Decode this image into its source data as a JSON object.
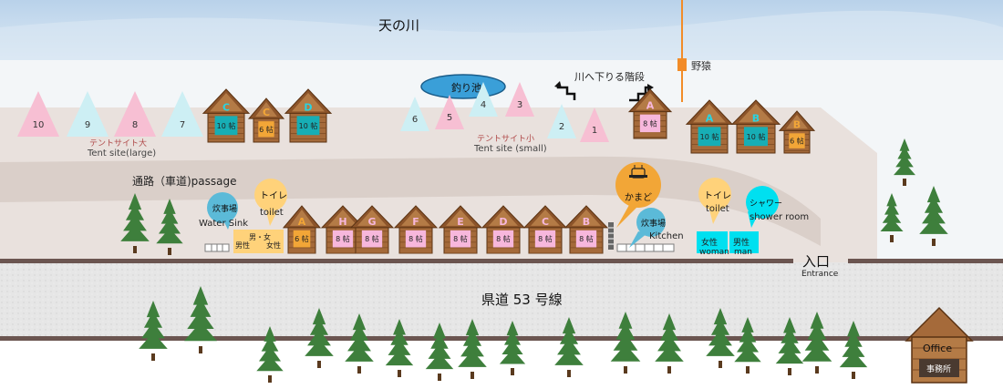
{
  "river": "天の川",
  "kinoko": "野猿",
  "stairs": "川へ下りる階段",
  "fishing_pond": "釣り池",
  "tent_large": {
    "jp": "テントサイト大",
    "en": "Tent site(large)"
  },
  "tent_small": {
    "jp": "テントサイト小",
    "en": "Tent site (small)"
  },
  "passage": "通路（車道)passage",
  "road": "県道 53 号線",
  "entrance": {
    "jp": "入口",
    "en": "Entrance"
  },
  "office": {
    "en": "Office",
    "jp": "事務所"
  },
  "tents_large": [
    "10",
    "9",
    "8",
    "7"
  ],
  "tents_small": [
    "6",
    "5",
    "4",
    "3",
    "2",
    "1"
  ],
  "cabins_top": [
    {
      "letter": "C",
      "size": "10 帖"
    },
    {
      "letter": "C",
      "size": "6 帖"
    },
    {
      "letter": "D",
      "size": "10 帖"
    },
    {
      "letter": "A",
      "size": "8 帖"
    },
    {
      "letter": "A",
      "size": "10 帖"
    },
    {
      "letter": "B",
      "size": "10 帖"
    },
    {
      "letter": "B",
      "size": "6 帖"
    }
  ],
  "cabins_bottom": [
    {
      "letter": "A",
      "size": "6 帖"
    },
    {
      "letter": "H",
      "size": "8 帖"
    },
    {
      "letter": "G",
      "size": "8 帖"
    },
    {
      "letter": "F",
      "size": "8 帖"
    },
    {
      "letter": "E",
      "size": "8 帖"
    },
    {
      "letter": "D",
      "size": "8 帖"
    },
    {
      "letter": "C",
      "size": "8 帖"
    },
    {
      "letter": "B",
      "size": "8 帖"
    }
  ],
  "bubbles": {
    "sink1": {
      "jp": "炊事場",
      "en": "Water Sink"
    },
    "toilet1": {
      "jp": "トイレ",
      "en": "toilet"
    },
    "kamado": "かまど",
    "kitchen": {
      "jp": "炊事場",
      "en": "Kitchen"
    },
    "toilet2": {
      "jp": "トイレ",
      "en": "toilet"
    },
    "shower": {
      "jp": "シャワー",
      "en": "shower room"
    }
  },
  "facilities": {
    "mixed": "男・女",
    "male1": "男性",
    "female1": "女性",
    "female2": {
      "jp": "女性",
      "en": "woman"
    },
    "male2": {
      "jp": "男性",
      "en": "man"
    }
  },
  "colors": {
    "sky": "#cfe0f0",
    "snow": "#f3f6f8",
    "ground": "#e9e1dd",
    "passage": "#d8cdc6",
    "road": "#e4e4e4",
    "tent_pink": "#f7bfd3",
    "tent_cyan": "#cdeff4",
    "cabin_wood": "#a56a3a",
    "cabin_pink_door": "#f7b7dc",
    "cabin_teal_door": "#17aeb5",
    "cabin_orange_door": "#f2a637",
    "bubble_orange": "#ffd27a",
    "bubble_blue": "#5bbad8",
    "bubble_cyan": "#00e0f0",
    "pond": "#3a9fd8",
    "tree": "#3e7f3c"
  }
}
